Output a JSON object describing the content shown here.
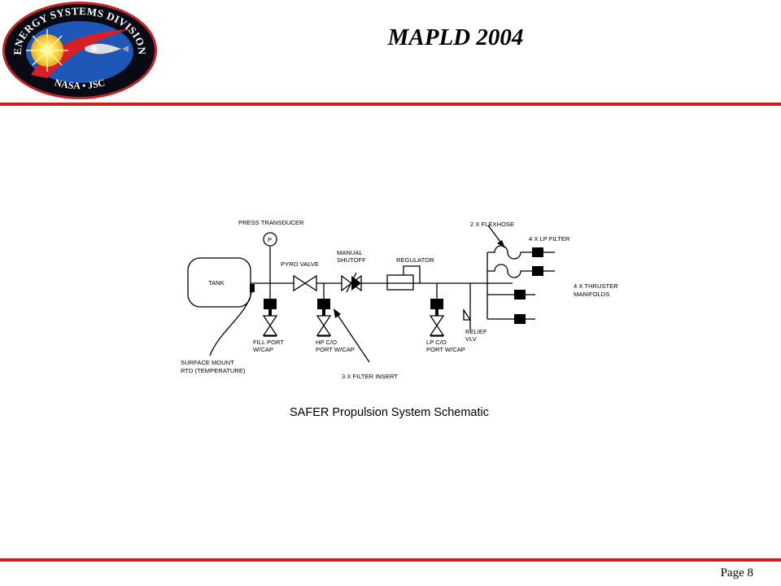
{
  "header": {
    "title": "MAPLD 2004",
    "logo": {
      "top_text": "ENERGY SYSTEMS DIVISION",
      "bottom_text": "NASA • JSC"
    }
  },
  "schematic": {
    "caption": "SAFER Propulsion System Schematic",
    "labels": {
      "tank": "TANK",
      "press_transducer": "PRESS TRANSDUCER",
      "transducer_symbol": "P",
      "pyro_valve": "PYRO VALVE",
      "manual_shutoff_1": "MANUAL",
      "manual_shutoff_2": "SHUTOFF",
      "regulator": "REGULATOR",
      "flexhose": "2 X FLEXHOSE",
      "lp_filter": "4 X LP FILTER",
      "thruster_1": "4 X THRUSTER",
      "thruster_2": "MANIFOLDS",
      "fill_port_1": "FILL PORT",
      "fill_port_2": "W/CAP",
      "hp_port_1": "HP C/O",
      "hp_port_2": "PORT W/CAP",
      "lp_port_1": "LP C/O",
      "lp_port_2": "PORT W/CAP",
      "relief_1": "RELIEF",
      "relief_2": "VLV",
      "rtd_1": "SURFACE MOUNT",
      "rtd_2": "RTD (TEMPERATURE)",
      "filter_insert": "3 X FILTER INSERT"
    }
  },
  "footer": {
    "page_label": "Page 8"
  },
  "colors": {
    "rule": "#d21c1c",
    "logo_ring": "#0a0a14",
    "logo_field": "#1e57b8",
    "logo_swoosh": "#d61f26",
    "logo_sun": "#ffd21e"
  }
}
